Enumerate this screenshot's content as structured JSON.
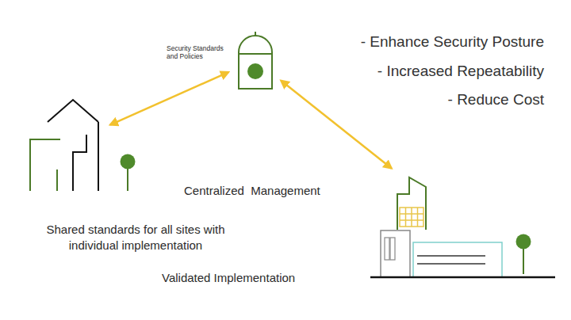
{
  "diagram": {
    "nodes": [
      {
        "text": [
          "Security Standards and Policies"
        ]
      },
      {
        "text": [
          "Shared standards for all sites with individual implementation"
        ]
      },
      {
        "text": [
          "Validated Implementation"
        ]
      }
    ],
    "edges": [
      {
        "from": 0,
        "to": 1,
        "arrow": "both"
      },
      {
        "from": 0,
        "to": 2,
        "arrow": "both"
      }
    ],
    "labels": [
      "- Enhance Security Posture",
      "- Increased Repeatability",
      "- Reduce Cost",
      "Centralized  Management"
    ]
  }
}
